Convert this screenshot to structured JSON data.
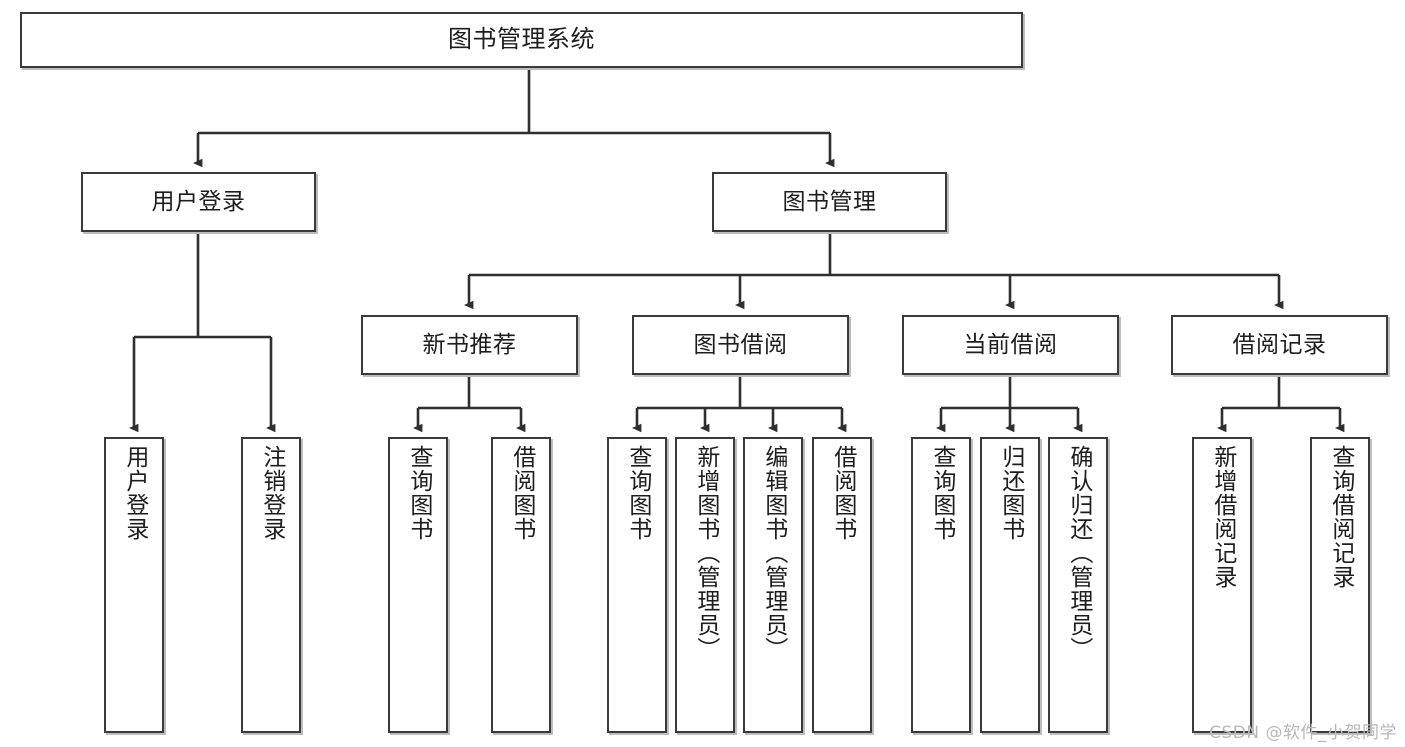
{
  "diagram": {
    "title": "图书管理系统",
    "type": "tree-flowchart",
    "colors": {
      "box_border": "#3a3a3a",
      "box_fill": "#ffffff",
      "line": "#2f2f2f",
      "text": "#1d1d1d",
      "watermark": "#b9b9b9",
      "background": "#ffffff"
    },
    "watermark": "CSDN @软件_小贺同学"
  },
  "nodes": {
    "root": {
      "label": "图书管理系统",
      "level": 1,
      "orientation": "horizontal"
    },
    "level2": [
      {
        "id": "user-login",
        "label": "用户登录",
        "orientation": "horizontal"
      },
      {
        "id": "book-management",
        "label": "图书管理",
        "orientation": "horizontal"
      }
    ],
    "level3": [
      {
        "id": "new-book-recommend",
        "label": "新书推荐",
        "orientation": "horizontal",
        "parent": "book-management"
      },
      {
        "id": "book-borrow",
        "label": "图书借阅",
        "orientation": "horizontal",
        "parent": "book-management"
      },
      {
        "id": "current-borrow",
        "label": "当前借阅",
        "orientation": "horizontal",
        "parent": "book-management"
      },
      {
        "id": "borrow-record",
        "label": "借阅记录",
        "orientation": "horizontal",
        "parent": "book-management"
      }
    ],
    "leaves": [
      {
        "id": "leaf-user-login",
        "label": "用户登录",
        "orientation": "vertical",
        "parent": "user-login"
      },
      {
        "id": "leaf-logout-login",
        "label": "注销登录",
        "orientation": "vertical",
        "parent": "user-login"
      },
      {
        "id": "leaf-query-book-1",
        "label": "查询图书",
        "orientation": "vertical",
        "parent": "new-book-recommend"
      },
      {
        "id": "leaf-borrow-book-1",
        "label": "借阅图书",
        "orientation": "vertical",
        "parent": "new-book-recommend"
      },
      {
        "id": "leaf-query-book-2",
        "label": "查询图书",
        "orientation": "vertical",
        "parent": "book-borrow"
      },
      {
        "id": "leaf-add-book-admin",
        "label": "新增图书（管理员）",
        "orientation": "vertical",
        "parent": "book-borrow"
      },
      {
        "id": "leaf-edit-book-admin",
        "label": "编辑图书（管理员）",
        "orientation": "vertical",
        "parent": "book-borrow"
      },
      {
        "id": "leaf-borrow-book-2",
        "label": "借阅图书",
        "orientation": "vertical",
        "parent": "book-borrow"
      },
      {
        "id": "leaf-query-book-3",
        "label": "查询图书",
        "orientation": "vertical",
        "parent": "current-borrow"
      },
      {
        "id": "leaf-return-book",
        "label": "归还图书",
        "orientation": "vertical",
        "parent": "current-borrow"
      },
      {
        "id": "leaf-confirm-return-admin",
        "label": "确认归还（管理员）",
        "orientation": "vertical",
        "parent": "current-borrow"
      },
      {
        "id": "leaf-add-borrow-record",
        "label": "新增借阅记录",
        "orientation": "vertical",
        "parent": "borrow-record"
      },
      {
        "id": "leaf-query-borrow-record",
        "label": "查询借阅记录",
        "orientation": "vertical",
        "parent": "borrow-record"
      }
    ]
  }
}
